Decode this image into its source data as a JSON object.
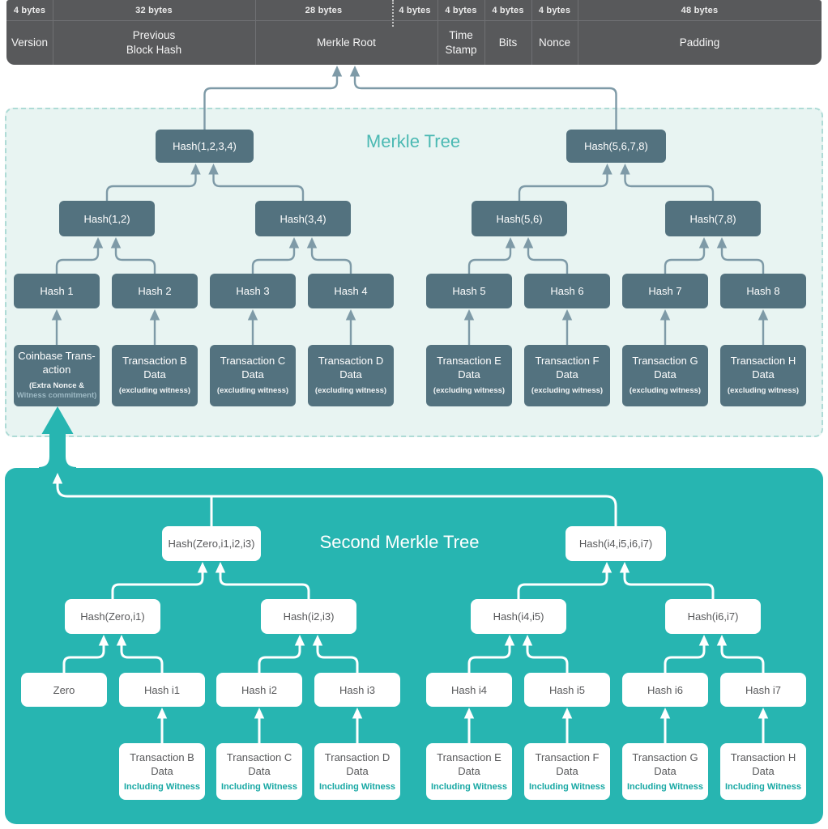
{
  "block_header": {
    "version": {
      "size": "4 bytes",
      "label": "Version"
    },
    "previous_block_hash": {
      "size": "32 bytes",
      "label": "Previous\nBlock Hash"
    },
    "merkle_root": {
      "size_main": "28 bytes",
      "size_extra": "4 bytes",
      "label": "Merkle Root"
    },
    "time_stamp": {
      "size": "4 bytes",
      "label": "Time\nStamp"
    },
    "bits": {
      "size": "4 bytes",
      "label": "Bits"
    },
    "nonce": {
      "size": "4 bytes",
      "label": "Nonce"
    },
    "padding": {
      "size": "48 bytes",
      "label": "Padding"
    }
  },
  "merkle_tree": {
    "title": "Merkle Tree",
    "roots": [
      "Hash(1,2,3,4)",
      "Hash(5,6,7,8)"
    ],
    "pairs": [
      "Hash(1,2)",
      "Hash(3,4)",
      "Hash(5,6)",
      "Hash(7,8)"
    ],
    "hashes": [
      "Hash 1",
      "Hash 2",
      "Hash 3",
      "Hash 4",
      "Hash 5",
      "Hash 6",
      "Hash 7",
      "Hash 8"
    ],
    "coinbase": {
      "line1": "Coinbase Trans-",
      "line2": "action",
      "sub1": "(Extra Nonce &",
      "sub2": "Witness commitment)"
    },
    "leaves": [
      {
        "line1": "Transaction B",
        "line2": "Data",
        "sub": "(excluding witness)"
      },
      {
        "line1": "Transaction C",
        "line2": "Data",
        "sub": "(excluding witness)"
      },
      {
        "line1": "Transaction D",
        "line2": "Data",
        "sub": "(excluding witness)"
      },
      {
        "line1": "Transaction E",
        "line2": "Data",
        "sub": "(excluding witness)"
      },
      {
        "line1": "Transaction F",
        "line2": "Data",
        "sub": "(excluding witness)"
      },
      {
        "line1": "Transaction G",
        "line2": "Data",
        "sub": "(excluding witness)"
      },
      {
        "line1": "Transaction H",
        "line2": "Data",
        "sub": "(excluding witness)"
      }
    ]
  },
  "second_merkle_tree": {
    "title": "Second Merkle Tree",
    "roots": [
      "Hash(Zero,i1,i2,i3)",
      "Hash(i4,i5,i6,i7)"
    ],
    "pairs": [
      "Hash(Zero,i1)",
      "Hash(i2,i3)",
      "Hash(i4,i5)",
      "Hash(i6,i7)"
    ],
    "hashes": [
      "Zero",
      "Hash i1",
      "Hash i2",
      "Hash i3",
      "Hash i4",
      "Hash i5",
      "Hash i6",
      "Hash i7"
    ],
    "leaves": [
      {
        "line1": "Transaction B",
        "line2": "Data",
        "sub": "Including Witness"
      },
      {
        "line1": "Transaction C",
        "line2": "Data",
        "sub": "Including Witness"
      },
      {
        "line1": "Transaction D",
        "line2": "Data",
        "sub": "Including Witness"
      },
      {
        "line1": "Transaction E",
        "line2": "Data",
        "sub": "Including Witness"
      },
      {
        "line1": "Transaction F",
        "line2": "Data",
        "sub": "Including Witness"
      },
      {
        "line1": "Transaction G",
        "line2": "Data",
        "sub": "Including Witness"
      },
      {
        "line1": "Transaction H",
        "line2": "Data",
        "sub": "Including Witness"
      }
    ]
  },
  "colors": {
    "header_bg": "#58595b",
    "mint_panel_bg": "#e8f4f2",
    "teal_panel_bg": "#27b5b1",
    "slate_node_bg": "#53727f",
    "tree1_connector": "#7e9aa7",
    "title_teal": "#4bb9b3",
    "including_witness_text": "#18a8a4"
  }
}
